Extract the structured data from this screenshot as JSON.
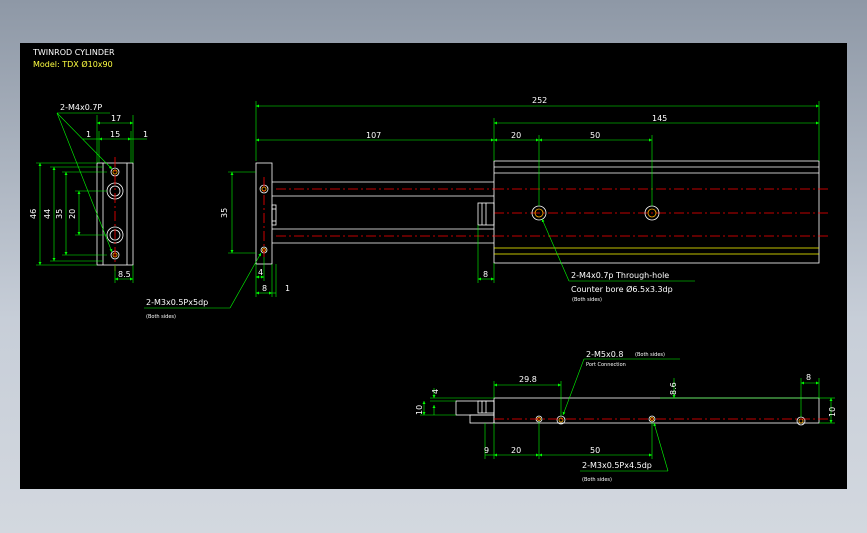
{
  "title": "TWINROD CYLINDER",
  "model": "Model: TDX Ø10x90",
  "colors": {
    "background": "#000000",
    "body_lines": "#ffffff",
    "dimension_lines": "#00ff00",
    "centerlines": "#ff0000",
    "model_text": "#ffff40",
    "hidden_lines": "#ffff00"
  },
  "side_view": {
    "dims": {
      "m4_note": "2-M4x0.7P",
      "w17": "17",
      "w15": "15",
      "w1a": "1",
      "w1b": "1",
      "h46": "46",
      "h44": "44",
      "h35": "35",
      "h20": "20",
      "d8_5": "8.5"
    }
  },
  "front_view": {
    "dims": {
      "d252": "252",
      "d107": "107",
      "d145": "145",
      "d20": "20",
      "d50": "50",
      "d35": "35",
      "d4": "4",
      "d8": "8",
      "d1": "1",
      "d8b": "8"
    },
    "notes": {
      "through_hole": "2-M4x0.7p Through-hole",
      "counter_bore": "Counter bore Ø6.5x3.3dp",
      "both_sides_1": "(Both sides)",
      "m3_note": "2-M3x0.5Px5dp",
      "both_sides_2": "(Both sides)"
    }
  },
  "bottom_view": {
    "dims": {
      "d29_8": "29.8",
      "d4": "4",
      "d10a": "10",
      "d9": "9",
      "d20": "20",
      "d50": "50",
      "d8_6": "8.6",
      "d8": "8",
      "d10b": "10"
    },
    "notes": {
      "port_note": "2-M5x0.8",
      "port_both": "(Both sides)",
      "port_conn": "Port Connection",
      "m3_note": "2-M3x0.5Px4.5dp",
      "both_sides": "(Both sides)"
    }
  }
}
